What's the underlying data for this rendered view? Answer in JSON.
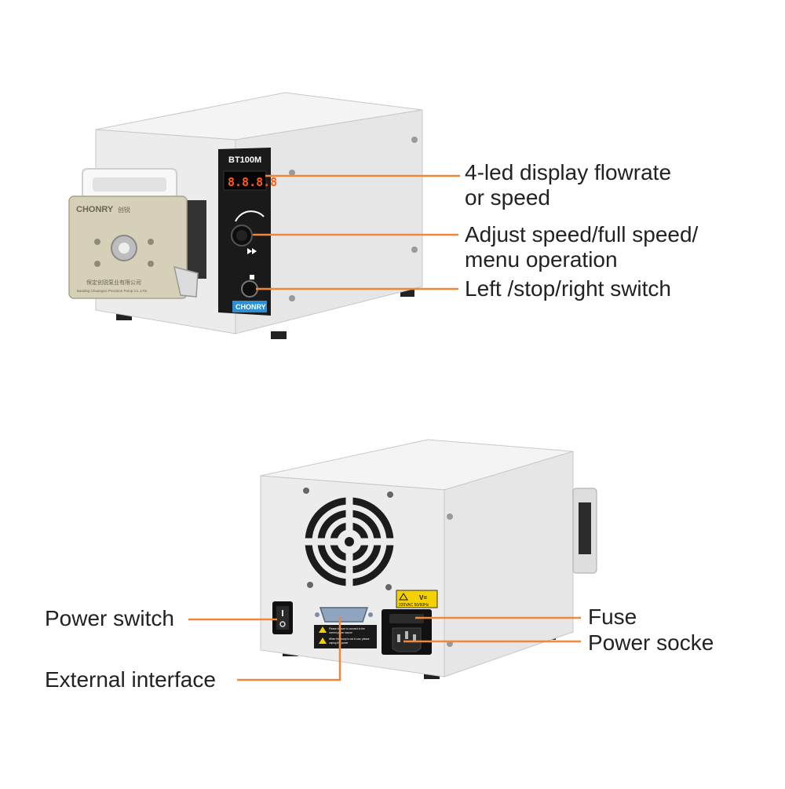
{
  "front_unit": {
    "model": "BT100M",
    "brand": "CHONRY",
    "brand_cn": "创锐",
    "display_digits": "8.8.8.8",
    "head_text_line1": "保定创锐泵业有限公司",
    "head_text_line2": "Baoding Chuangrui Precision Pump Co.,LTD."
  },
  "rear_unit": {
    "voltage_label": "V=",
    "voltage_value": "220VAC 50/60Hz",
    "warning_line1": "Please be sure to connect to the",
    "warning_line2": "correct power source",
    "warning_line3": "When the pump is not in use, please",
    "warning_line4": "unplug the power"
  },
  "callouts": {
    "display_line1": "4-led display flowrate",
    "display_line2": "or speed",
    "adjust_line1": "Adjust speed/full speed/",
    "adjust_line2": "menu operation",
    "switch": "Left /stop/right switch",
    "power_switch": "Power switch",
    "external_interface": "External interface",
    "fuse": "Fuse",
    "power_socket": "Power socke"
  },
  "colors": {
    "leader_line": "#f0883a",
    "label_text": "#222222",
    "housing": "#eeeeee",
    "housing_side": "#e4e4e4",
    "panel_black": "#1a1a1a",
    "led": "#ff5a1a",
    "head_plate": "#d6d0b8",
    "warning_yellow": "#f5d100"
  }
}
